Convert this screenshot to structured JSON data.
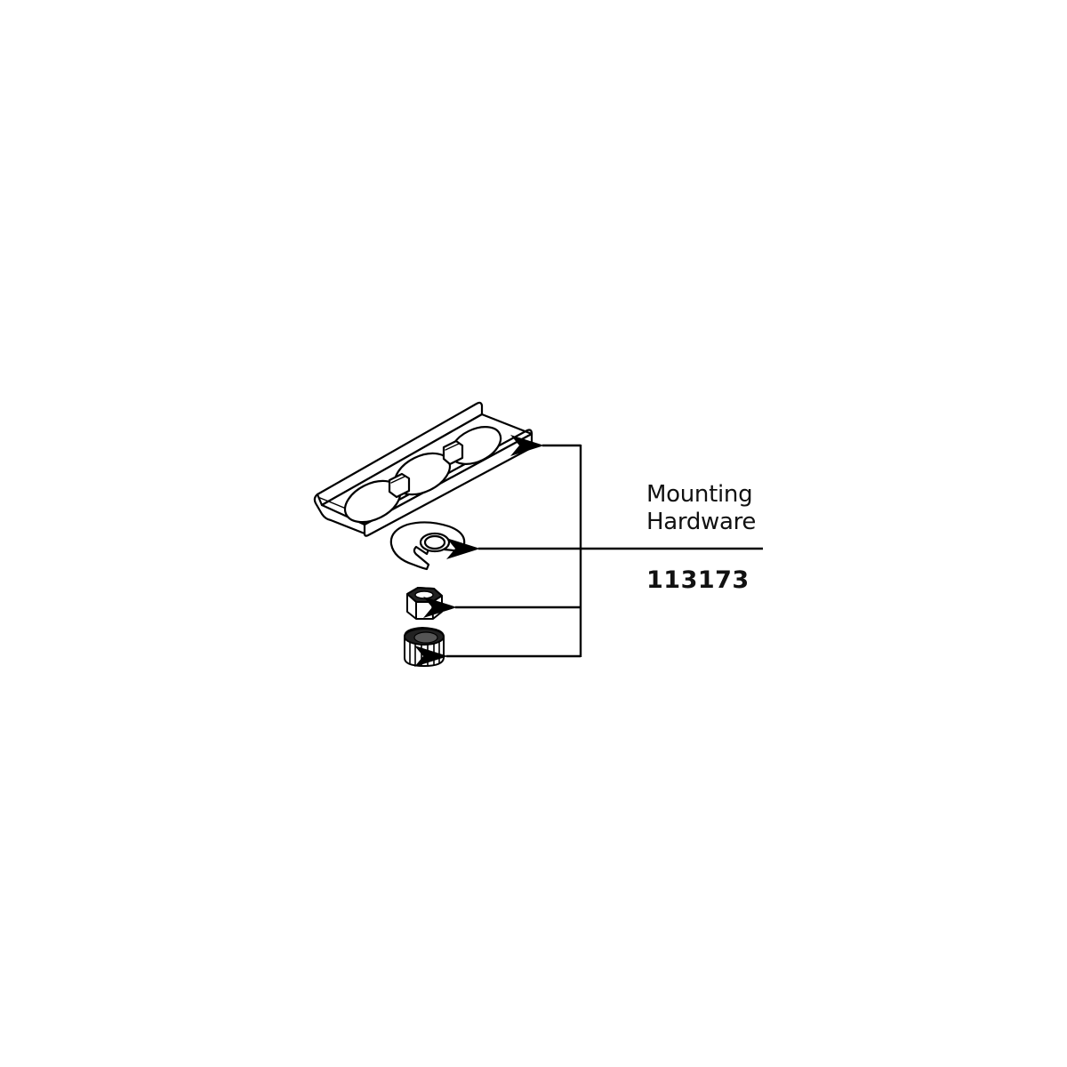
{
  "diagram": {
    "title_line1": "Mounting",
    "title_line2": "Hardware",
    "part_number": "113173",
    "components": [
      {
        "name": "mounting-bracket",
        "description": "Channel bracket with three round openings"
      },
      {
        "name": "c-washer",
        "description": "Slotted horseshoe washer"
      },
      {
        "name": "hex-nut",
        "description": "Hex nut"
      },
      {
        "name": "coupling-nut",
        "description": "Knurled coupling nut"
      }
    ],
    "line_color": "#000000",
    "background": "#ffffff"
  }
}
